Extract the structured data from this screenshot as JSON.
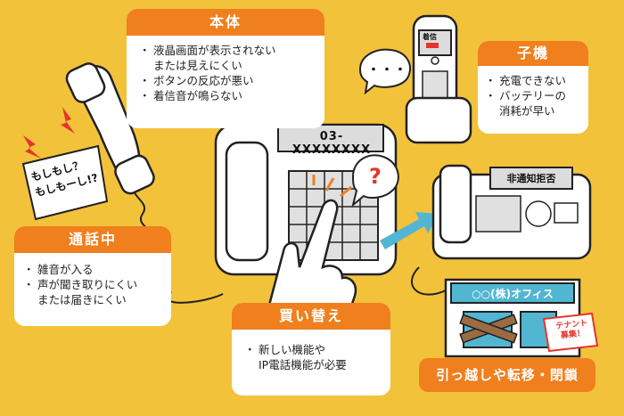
{
  "colors": {
    "background": "#f2c23a",
    "accent": "#f07f1e",
    "teal": "#52b6d3"
  },
  "main_unit": {
    "title": "本体",
    "items": [
      "液晶画面が表示されない\nまたは見えにくい",
      "ボタンの反応が悪い",
      "着信音が鳴らない"
    ]
  },
  "handset": {
    "title": "子機",
    "items": [
      "充電できない",
      "バッテリーの\n消耗が早い"
    ],
    "screen_label": "着信"
  },
  "call": {
    "title": "通話中",
    "items": [
      "雑音が入る",
      "声が聞き取りにくい\nまたは届きにくい"
    ]
  },
  "replace": {
    "title": "買い替え",
    "items": [
      "新しい機能や\nIP電話機能が必要"
    ]
  },
  "move": {
    "banner": "引っ越しや転移・閉鎖",
    "office_name": "○○(株)オフィス",
    "tenant_sign": "テナント\n募集！"
  },
  "phone_display": "03-XXXXXXXX",
  "fax_display": "非通知拒否",
  "speech": {
    "moshimoshi": "もしもし？\nもしもーし!?",
    "dots": "・・・",
    "question": "?"
  },
  "icons": [
    "phone-receiver-icon",
    "desk-phone-icon",
    "cordless-handset-icon",
    "fax-machine-icon",
    "office-building-icon",
    "pointing-hand-icon",
    "arrow-icon"
  ]
}
